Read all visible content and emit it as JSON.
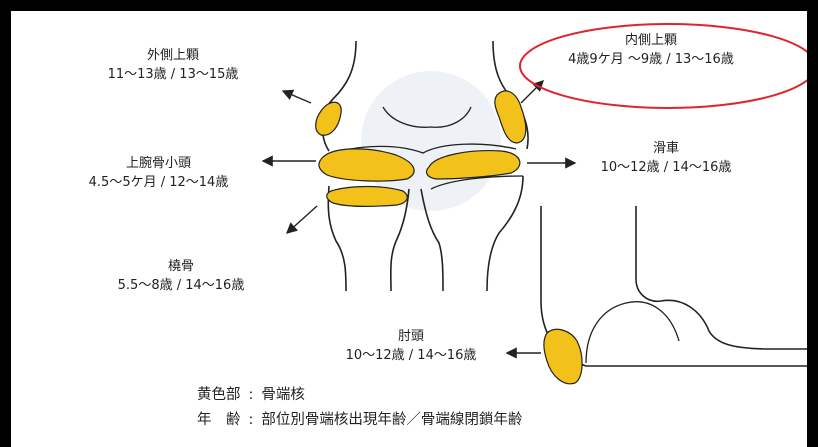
{
  "labels": {
    "lateral_epicondyle": {
      "name": "外側上顆",
      "ages": "11〜13歳 / 13〜15歳"
    },
    "medial_epicondyle": {
      "name": "内側上顆",
      "ages": "4歳9ケ月 〜9歳 / 13〜16歳"
    },
    "capitellum": {
      "name": "上腕骨小頭",
      "ages": "4.5〜5ケ月 / 12〜14歳"
    },
    "trochlea": {
      "name": "滑車",
      "ages": "10〜12歳 / 14〜16歳"
    },
    "radial_head": {
      "name": "橈骨",
      "ages": "5.5〜8歳 / 14〜16歳"
    },
    "olecranon": {
      "name": "肘頭",
      "ages": "10〜12歳 / 14〜16歳"
    }
  },
  "legend": {
    "row1_key": "黄色部",
    "row1_sep": ":",
    "row1_value": "骨端核",
    "row2_key": "年　齢",
    "row2_sep": ":",
    "row2_value": "部位別骨端核出現年齢／骨端線閉鎖年齢"
  },
  "colors": {
    "ossification_fill": "#f2c21b",
    "bone_outline": "#222222",
    "highlight_ellipse": "#e0242c"
  }
}
